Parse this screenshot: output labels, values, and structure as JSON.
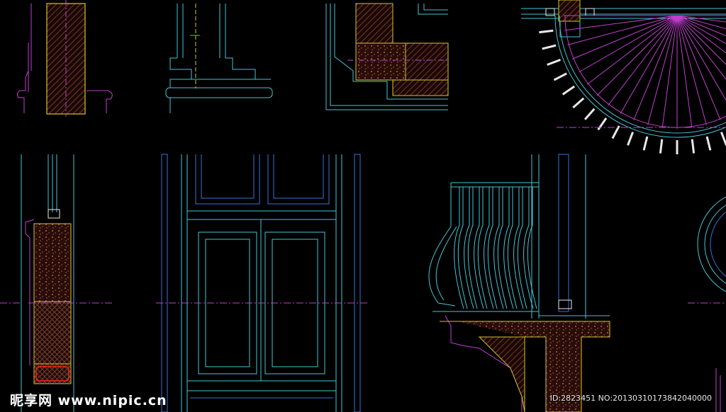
{
  "watermark": {
    "site": "昵享网 www.nipic.cn",
    "id_text": "ID:2823451 NO:20130310173842040000"
  },
  "colors": {
    "background": "#000000",
    "cyan": "#45c6d6",
    "blue": "#3a72d6",
    "magenta": "#c23fcf",
    "yellow": "#d8c42a",
    "brown": "#7a3e2a",
    "green": "#33dd44",
    "red": "#ff2020",
    "white": "#e8e8e8"
  },
  "drawing_details": [
    "column-base-section",
    "pedestal-elevation",
    "corner-trim-section",
    "fan-light-arch",
    "wall-window-section",
    "paneled-door-elevation",
    "balcony-railing-section",
    "round-window-partial"
  ]
}
